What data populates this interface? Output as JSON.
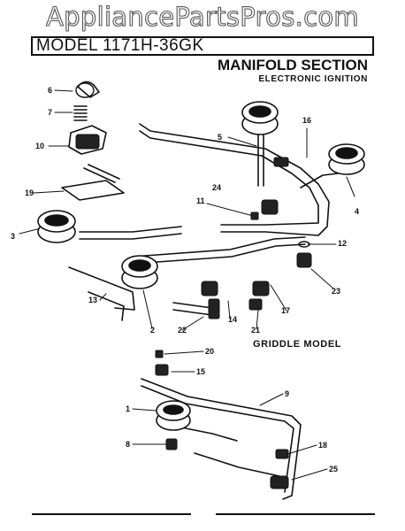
{
  "watermark": "AppliancePartsPros.com",
  "model_label": "MODEL 1171H-36GK",
  "section_title": "MANIFOLD SECTION",
  "section_subtitle": "ELECTRONIC IGNITION",
  "griddle_label": "GRIDDLE MODEL",
  "callouts": {
    "c1": "1",
    "c2": "2",
    "c3": "3",
    "c4": "4",
    "c5": "5",
    "c6": "6",
    "c7": "7",
    "c8": "8",
    "c9": "9",
    "c10": "10",
    "c11": "11",
    "c12": "12",
    "c13": "13",
    "c14": "14",
    "c15": "15",
    "c16": "16",
    "c17": "17",
    "c18": "18",
    "c19": "19",
    "c20": "20",
    "c21": "21",
    "c22": "22",
    "c23": "23",
    "c24": "24",
    "c25": "25"
  }
}
